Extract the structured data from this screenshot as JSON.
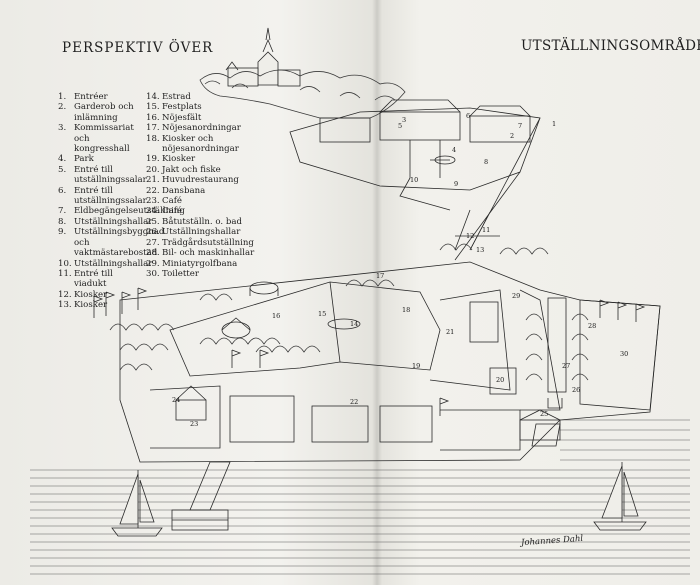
{
  "titles": {
    "left": "PERSPEKTIV ÖVER",
    "right": "UTSTÄLLNINGSOMRÅDET"
  },
  "legend": {
    "col1": [
      {
        "num": "1.",
        "label": "Entréer"
      },
      {
        "num": "2.",
        "label": "Garderob och inlämning"
      },
      {
        "num": "3.",
        "label": "Kommissariat och kongresshall"
      },
      {
        "num": "4.",
        "label": "Park"
      },
      {
        "num": "5.",
        "label": "Entré till utställningssalar"
      },
      {
        "num": "6.",
        "label": "Entré till utställningssalar"
      },
      {
        "num": "7.",
        "label": "Eldbegängelseutställning"
      },
      {
        "num": "8.",
        "label": "Utställningshallar"
      },
      {
        "num": "9.",
        "label": "Utställningsbyggnad och vaktmästarebostad"
      },
      {
        "num": "10.",
        "label": "Utställningshallar"
      },
      {
        "num": "11.",
        "label": "Entré till viadukt"
      },
      {
        "num": "12.",
        "label": "Kiosker"
      },
      {
        "num": "13.",
        "label": "Kiosker"
      }
    ],
    "col2": [
      {
        "num": "14.",
        "label": "Estrad"
      },
      {
        "num": "15.",
        "label": "Festplats"
      },
      {
        "num": "16.",
        "label": "Nöjesfält"
      },
      {
        "num": "17.",
        "label": "Nöjesanordningar"
      },
      {
        "num": "18.",
        "label": "Kiosker och nöjesanordningar"
      },
      {
        "num": "19.",
        "label": "Kiosker"
      },
      {
        "num": "20.",
        "label": "Jakt och fiske"
      },
      {
        "num": "21.",
        "label": "Huvudrestaurang"
      },
      {
        "num": "22.",
        "label": "Dansbana"
      },
      {
        "num": "23.",
        "label": "Café"
      },
      {
        "num": "24.",
        "label": "Café"
      },
      {
        "num": "25.",
        "label": "Båtutställn. o. bad"
      },
      {
        "num": "26.",
        "label": "Utställningshallar"
      },
      {
        "num": "27.",
        "label": "Trädgårdsutställning"
      },
      {
        "num": "28.",
        "label": "Bil- och maskinhallar"
      },
      {
        "num": "29.",
        "label": "Miniatyrgolfbana"
      },
      {
        "num": "30.",
        "label": "Toiletter"
      }
    ]
  },
  "map_labels": [
    {
      "text": "1"
    },
    {
      "text": "2"
    },
    {
      "text": "3"
    },
    {
      "text": "4"
    },
    {
      "text": "5"
    },
    {
      "text": "6"
    },
    {
      "text": "7"
    },
    {
      "text": "8"
    },
    {
      "text": "9"
    },
    {
      "text": "10"
    },
    {
      "text": "11"
    },
    {
      "text": "12"
    },
    {
      "text": "13"
    },
    {
      "text": "14"
    },
    {
      "text": "15"
    },
    {
      "text": "16"
    },
    {
      "text": "17"
    },
    {
      "text": "18"
    },
    {
      "text": "19"
    },
    {
      "text": "20"
    },
    {
      "text": "21"
    },
    {
      "text": "22"
    },
    {
      "text": "23"
    },
    {
      "text": "24"
    },
    {
      "text": "25"
    },
    {
      "text": "26"
    },
    {
      "text": "27"
    },
    {
      "text": "28"
    },
    {
      "text": "29"
    },
    {
      "text": "30"
    }
  ],
  "signature": "Johannes Dahl"
}
